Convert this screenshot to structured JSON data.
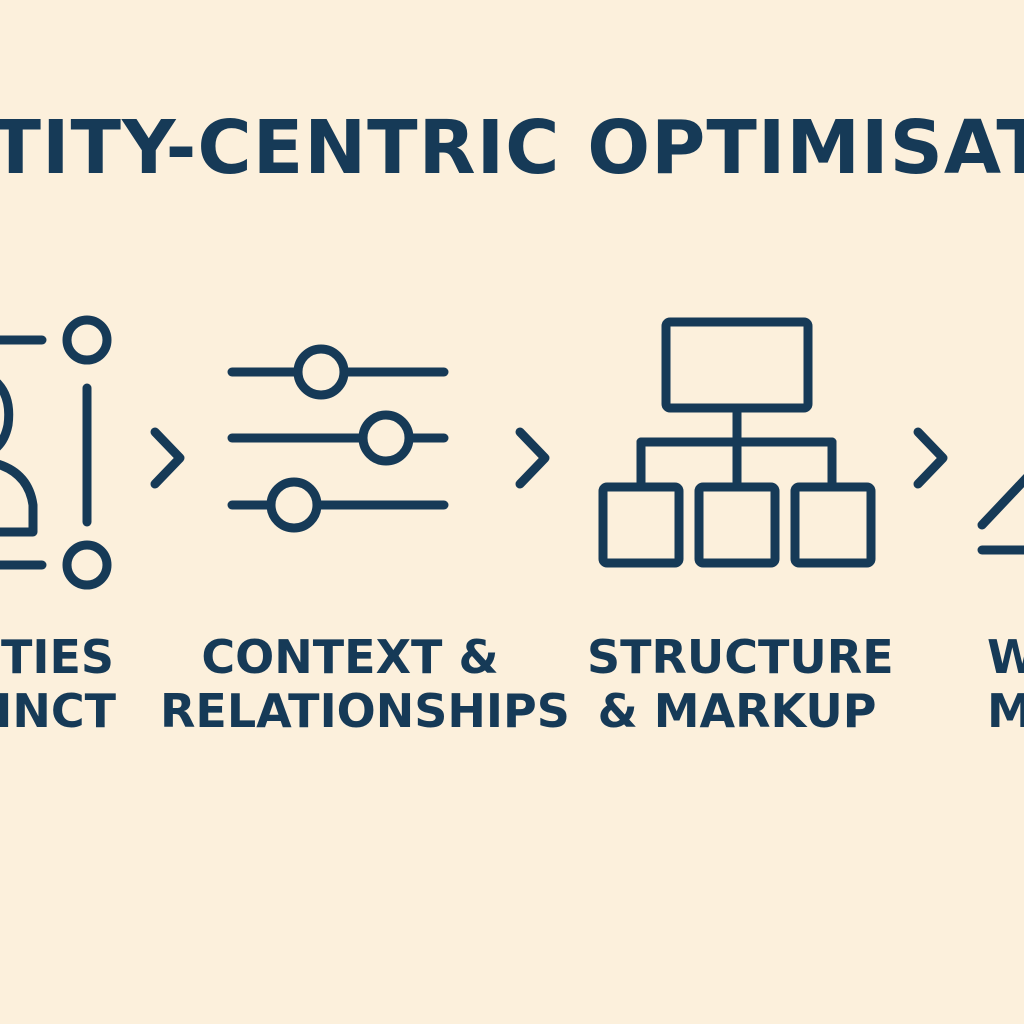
{
  "title": "ENTITY-CENTRIC OPTIMISATION (EO)",
  "steps": [
    {
      "icon": "person-nodes-icon",
      "line1": "ENTITIES",
      "line2": "DISTINCT"
    },
    {
      "icon": "sliders-icon",
      "line1": "CONTEXT &",
      "line2": "RELATIONSHIPS"
    },
    {
      "icon": "hierarchy-icon",
      "line1": "STRUCTURE",
      "line2": "& MARKUP"
    },
    {
      "icon": "triangle-icon",
      "line1": "W",
      "line2": "M"
    }
  ],
  "arrow_icon": "chevron-right-icon",
  "colors": {
    "background": "#fcf0dc",
    "ink": "#163a57"
  }
}
